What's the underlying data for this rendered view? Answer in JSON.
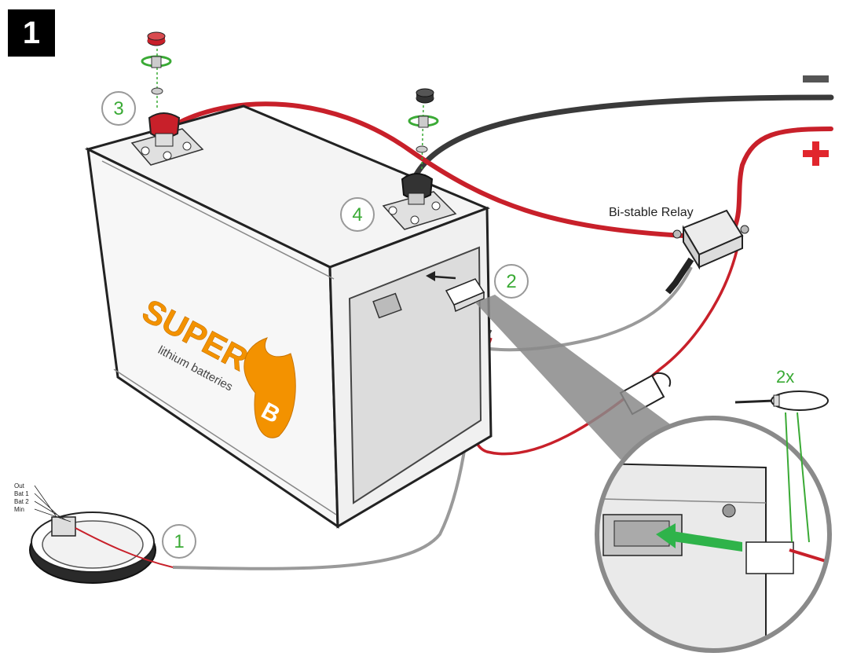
{
  "step_number": "1",
  "labels": {
    "relay": "Bi-stable Relay",
    "times": "2x",
    "minus": "−",
    "plus": "+"
  },
  "callouts": [
    "1",
    "2",
    "3",
    "4"
  ],
  "brand": {
    "name": "SUPER",
    "letter": "B",
    "tagline": "lithium batteries"
  },
  "connector_pins": [
    "Out",
    "Bat 1",
    "Bat 2",
    "Min"
  ],
  "colors": {
    "red_cable": "#c8202a",
    "black_cable": "#3a3a3a",
    "grey_cable": "#9a9a9a",
    "green_accent": "#3aaa35",
    "brand_orange": "#f39200",
    "plus_red": "#e1262d"
  }
}
